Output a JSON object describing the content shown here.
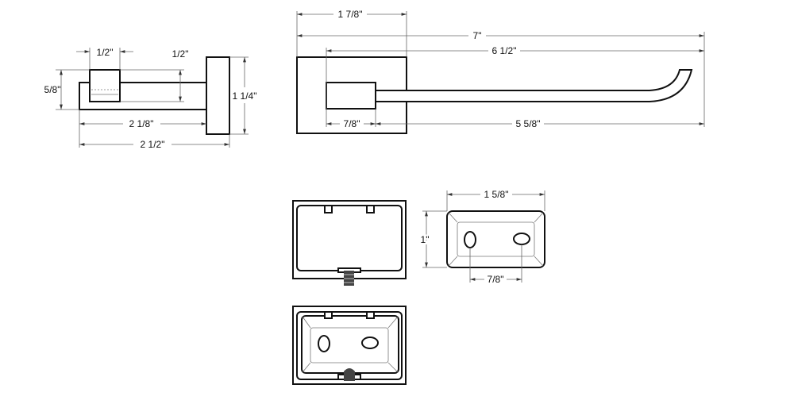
{
  "side_view": {
    "dim_block_width": "1/2\"",
    "dim_block_height": "1/2\"",
    "dim_arm_height": "5/8\"",
    "dim_plate_height": "1 1/4\"",
    "dim_arm_length": "2 1/8\"",
    "dim_overall_depth": "2 1/2\""
  },
  "top_view": {
    "dim_plate_width": "1 7/8\"",
    "dim_overall_length": "7\"",
    "dim_block_to_tip": "6 1/2\"",
    "dim_block_width": "7/8\"",
    "dim_arm_length": "5 5/8\""
  },
  "mount_plate": {
    "dim_width": "1 5/8\"",
    "dim_height": "1\"",
    "dim_slot_spacing": "7/8\""
  }
}
